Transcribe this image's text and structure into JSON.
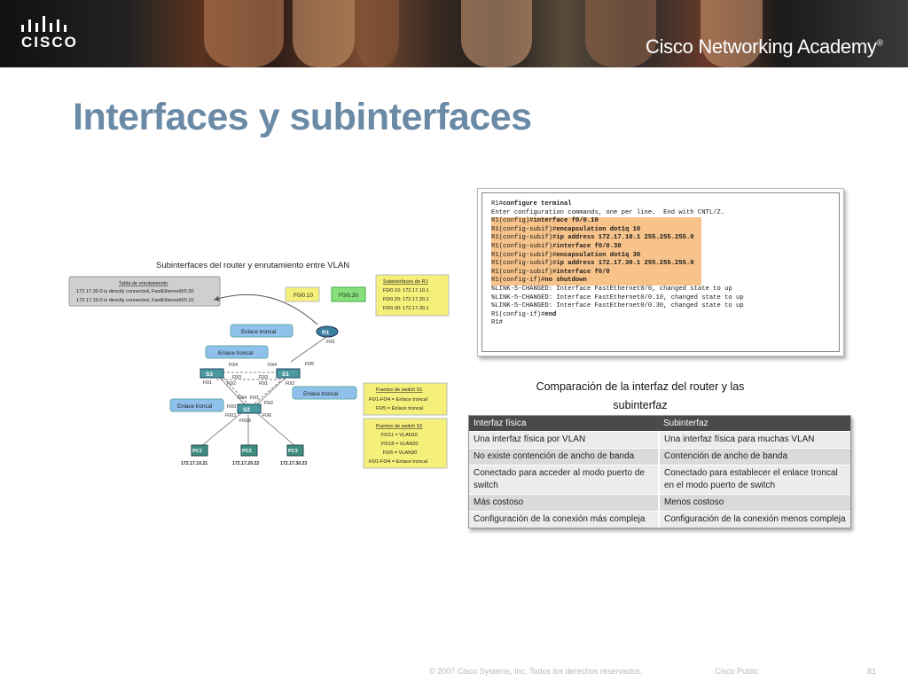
{
  "banner": {
    "logo_text": "CISCO",
    "academy_text": "Cisco Networking Academy",
    "academy_mark": "®"
  },
  "slide": {
    "title": "Interfaces y subinterfaces"
  },
  "diagram": {
    "title": "Subinterfaces del router y enrutamiento entre VLAN",
    "routing_table": {
      "title": "Tabla de enrutamiento",
      "lines": [
        "172.17.30.0 is directly connected, FastEthernet0/0.30",
        "172.17.10.0 is directly connected, FastEthernet0/0.10"
      ]
    },
    "subif_tags": [
      "F0/0.10",
      "F0/0.30"
    ],
    "r1_box": {
      "title": "Subinterfaces de R1",
      "lines": [
        "F0/0.10: 172.17.10.1",
        "F0/0.20: 172.17.20.1",
        "F0/0.30: 172.17.30.1"
      ]
    },
    "s1_box": {
      "title": "Puertos de switch S1",
      "lines": [
        "F0/1-F0/4 = Enlace troncal",
        "F0/5 = Enlace troncal"
      ]
    },
    "s2_box": {
      "title": "Puertos de switch S2",
      "lines": [
        "F0/11 = VLAN10",
        "F0/18 = VLAN20",
        "F0/6 = VLAN30",
        "F0/1-F0/4 = Enlace troncal"
      ]
    },
    "trunk_label": "Enlace troncal",
    "devices": {
      "router": "R1",
      "s1": "S1",
      "s2": "S2",
      "s3": "S3"
    },
    "ports": {
      "r1_f01": "F0/1",
      "r1_f05": "F0/5",
      "s3_f04": "F0/4",
      "s3_f03": "F0/3",
      "s3_f01": "F0/1",
      "s3_f02": "F0/2",
      "s1_f04": "F0/4",
      "s1_f03": "F0/3",
      "s1_f01": "F0/1",
      "s1_f02": "F0/2",
      "s2_f04": "F0/4",
      "s2_f01": "F0/1",
      "s2_f02": "F0/2",
      "s2_f03": "F0/3",
      "s2_f11": "F0/11",
      "s2_f18": "F0/18",
      "s2_f06": "F0/6"
    },
    "pcs": [
      {
        "name": "PC1",
        "ip": "172.17.10.21"
      },
      {
        "name": "PC2",
        "ip": "172.17.20.22"
      },
      {
        "name": "PC3",
        "ip": "172.17.30.23"
      }
    ],
    "colors": {
      "trunk": "#8fc1ec",
      "note": "#f5f07a",
      "router": "#3b7fa0",
      "switch": "#4b9aa0",
      "pc": "#3d8e7f"
    }
  },
  "terminal": {
    "lines": [
      {
        "prompt": "R1#",
        "cmd": "configure terminal",
        "hl": false
      },
      {
        "prompt": "",
        "cmd": "Enter configuration commands, one per line.  End with CNTL/Z.",
        "hl": false,
        "plain": true
      },
      {
        "prompt": "R1(config)#",
        "cmd": "interface f0/0.10",
        "hl": true
      },
      {
        "prompt": "R1(config-subif)#",
        "cmd": "encapsulation dot1q 10",
        "hl": true
      },
      {
        "prompt": "R1(config-subif)#",
        "cmd": "ip address 172.17.10.1 255.255.255.0",
        "hl": true
      },
      {
        "prompt": "R1(config-subif)#",
        "cmd": "interface f0/0.30",
        "hl": true
      },
      {
        "prompt": "R1(config-subif)#",
        "cmd": "encapsulation dot1q 30",
        "hl": true
      },
      {
        "prompt": "R1(config-subif)#",
        "cmd": "ip address 172.17.30.1 255.255.255.0",
        "hl": true
      },
      {
        "prompt": "R1(config-subif)#",
        "cmd": "interface f0/0",
        "hl": true
      },
      {
        "prompt": "R1(config-if)#",
        "cmd": "no shutdown",
        "hl": true
      },
      {
        "prompt": "",
        "cmd": "%LINK-5-CHANGED: Interface FastEthernet0/0, changed state to up",
        "hl": false,
        "plain": true
      },
      {
        "prompt": "",
        "cmd": "%LINK-5-CHANGED: Interface FastEthernet0/0.10, changed state to up",
        "hl": false,
        "plain": true
      },
      {
        "prompt": "",
        "cmd": "%LINK-5-CHANGED: Interface FastEthernet0/0.30, changed state to up",
        "hl": false,
        "plain": true
      },
      {
        "prompt": "R1(config-if)#",
        "cmd": "end",
        "hl": false
      },
      {
        "prompt": "R1#",
        "cmd": "",
        "hl": false
      }
    ]
  },
  "comparison": {
    "title_line1": "Comparación de la interfaz del router y las",
    "title_line2": "subinterfaz",
    "headers": [
      "Interfaz física",
      "Subinterfaz"
    ],
    "rows": [
      [
        "Una interfaz física por VLAN",
        "Una interfaz física para muchas VLAN"
      ],
      [
        "No existe contención de ancho de banda",
        "Contención de ancho de banda"
      ],
      [
        "Conectado para acceder al modo puerto de switch",
        "Conectado para establecer el enlace troncal en el modo puerto de switch"
      ],
      [
        "Más costoso",
        "Menos costoso"
      ],
      [
        "Configuración de la conexión más compleja",
        "Configuración de la conexión menos compleja"
      ]
    ]
  },
  "footer": {
    "copyright": "© 2007 Cisco Systems, Inc. Todos los derechos reservados.",
    "classification": "Cisco Public",
    "page": "81"
  }
}
